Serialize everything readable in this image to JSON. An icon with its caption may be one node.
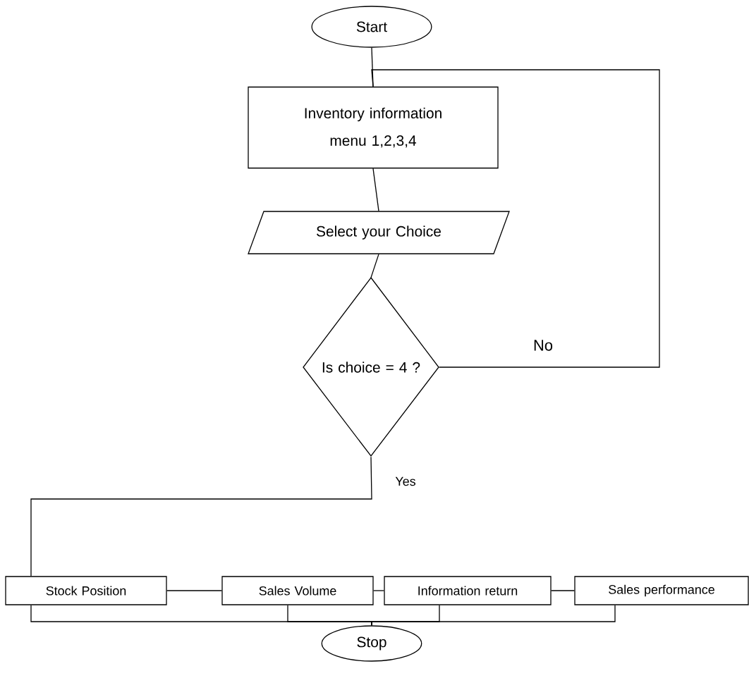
{
  "diagram": {
    "nodes": [
      {
        "text": [
          "Start"
        ]
      },
      {
        "text": [
          "Inventory information menu 1,2,3,4"
        ]
      },
      {
        "text": [
          "Select your Choice"
        ]
      },
      {
        "text": [
          "Is choice = 4 ?"
        ]
      },
      {
        "text": [
          "Stock Position"
        ]
      },
      {
        "text": [
          "Sales Volume"
        ]
      },
      {
        "text": [
          "Information return"
        ]
      },
      {
        "text": [
          "Sales performance"
        ]
      },
      {
        "text": [
          "Stop"
        ]
      }
    ],
    "edges": [
      {
        "from": 0,
        "to": 1,
        "arrow": "none"
      },
      {
        "from": 1,
        "to": 2,
        "arrow": "none"
      },
      {
        "from": 2,
        "to": 3,
        "arrow": "none"
      },
      {
        "from": 3,
        "to": 1,
        "arrow": "none",
        "label": "No"
      },
      {
        "from": 3,
        "to": 4,
        "arrow": "none",
        "label": "Yes"
      },
      {
        "from": 4,
        "to": 5,
        "arrow": "none"
      },
      {
        "from": 5,
        "to": 6,
        "arrow": "none"
      },
      {
        "from": 6,
        "to": 7,
        "arrow": "none"
      },
      {
        "from": 4,
        "to": 8,
        "arrow": "none"
      },
      {
        "from": 5,
        "to": 8,
        "arrow": "none"
      },
      {
        "from": 6,
        "to": 8,
        "arrow": "none"
      },
      {
        "from": 7,
        "to": 8,
        "arrow": "none"
      }
    ]
  }
}
